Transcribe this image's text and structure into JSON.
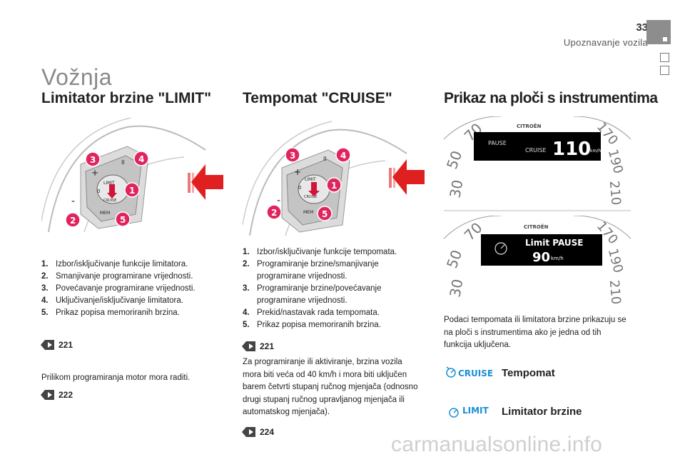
{
  "header": {
    "page_number": "33",
    "section": "Upoznavanje vozila"
  },
  "title": "Vožnja",
  "columns": {
    "limit": {
      "heading": "Limitator brzine \"LIMIT\"",
      "items": [
        {
          "num": "1.",
          "text": "Izbor/isključivanje funkcije limitatora."
        },
        {
          "num": "2.",
          "text": "Smanjivanje programirane vrijednosti."
        },
        {
          "num": "3.",
          "text": "Povećavanje programirane vrijednosti."
        },
        {
          "num": "4.",
          "text": "Uključivanje/isključivanje limitatora."
        },
        {
          "num": "5.",
          "text": "Prikaz popisa memoriranih brzina."
        }
      ],
      "ref1": "221",
      "note": "Prilikom programiranja motor mora raditi.",
      "ref2": "222"
    },
    "cruise": {
      "heading": "Tempomat \"CRUISE\"",
      "items": [
        {
          "num": "1.",
          "text": "Izbor/isključivanje funkcije tempomata."
        },
        {
          "num": "2.",
          "text": "Programiranje brzine/smanjivanje programirane vrijednosti."
        },
        {
          "num": "3.",
          "text": "Programiranje brzine/povećavanje programirane vrijednosti."
        },
        {
          "num": "4.",
          "text": "Prekid/nastavak rada tempomata."
        },
        {
          "num": "5.",
          "text": "Prikaz popisa memoriranih brzina."
        }
      ],
      "ref1": "221",
      "note": "Za programiranje ili aktiviranje, brzina vozila mora biti veća od 40 km/h i mora biti uključen barem četvrti stupanj ručnog mjenjača (odnosno drugi stupanj ručnog upravljanog mjenjača ili automatskog mjenjača).",
      "ref2": "224"
    },
    "display": {
      "heading": "Prikaz na ploči s instrumentima",
      "text": "Podaci tempomata ili limitatora brzine prikazuju se na ploči s instrumentima ako je jedna od tih funkcija uključena.",
      "legend": [
        {
          "icon_text": "CRUISE",
          "label": "Tempomat"
        },
        {
          "icon_text": "LIMIT",
          "label": "Limitator brzine"
        }
      ]
    }
  },
  "illustration": {
    "callouts": [
      "1",
      "2",
      "3",
      "4",
      "5"
    ],
    "button_labels": [
      "LIMIT",
      "CRUISE",
      "MEM",
      "0",
      "II",
      "+",
      "-"
    ],
    "callout_color": "#e0245e",
    "arrow_color": "#e02020"
  },
  "dashboards": {
    "top": {
      "brand": "CITROËN",
      "status": "PAUSE",
      "mode": "CRUISE",
      "speed": "110",
      "unit": "km/h",
      "dial_left": [
        "30",
        "50",
        "70"
      ],
      "dial_right": [
        "170",
        "190",
        "210"
      ]
    },
    "bottom": {
      "brand": "CITROËN",
      "status": "Limit PAUSE",
      "speed": "90",
      "unit": "km/h",
      "dial_left": [
        "30",
        "50",
        "70"
      ],
      "dial_right": [
        "170",
        "190",
        "210"
      ]
    }
  },
  "watermark": "carmanualsonline.info"
}
